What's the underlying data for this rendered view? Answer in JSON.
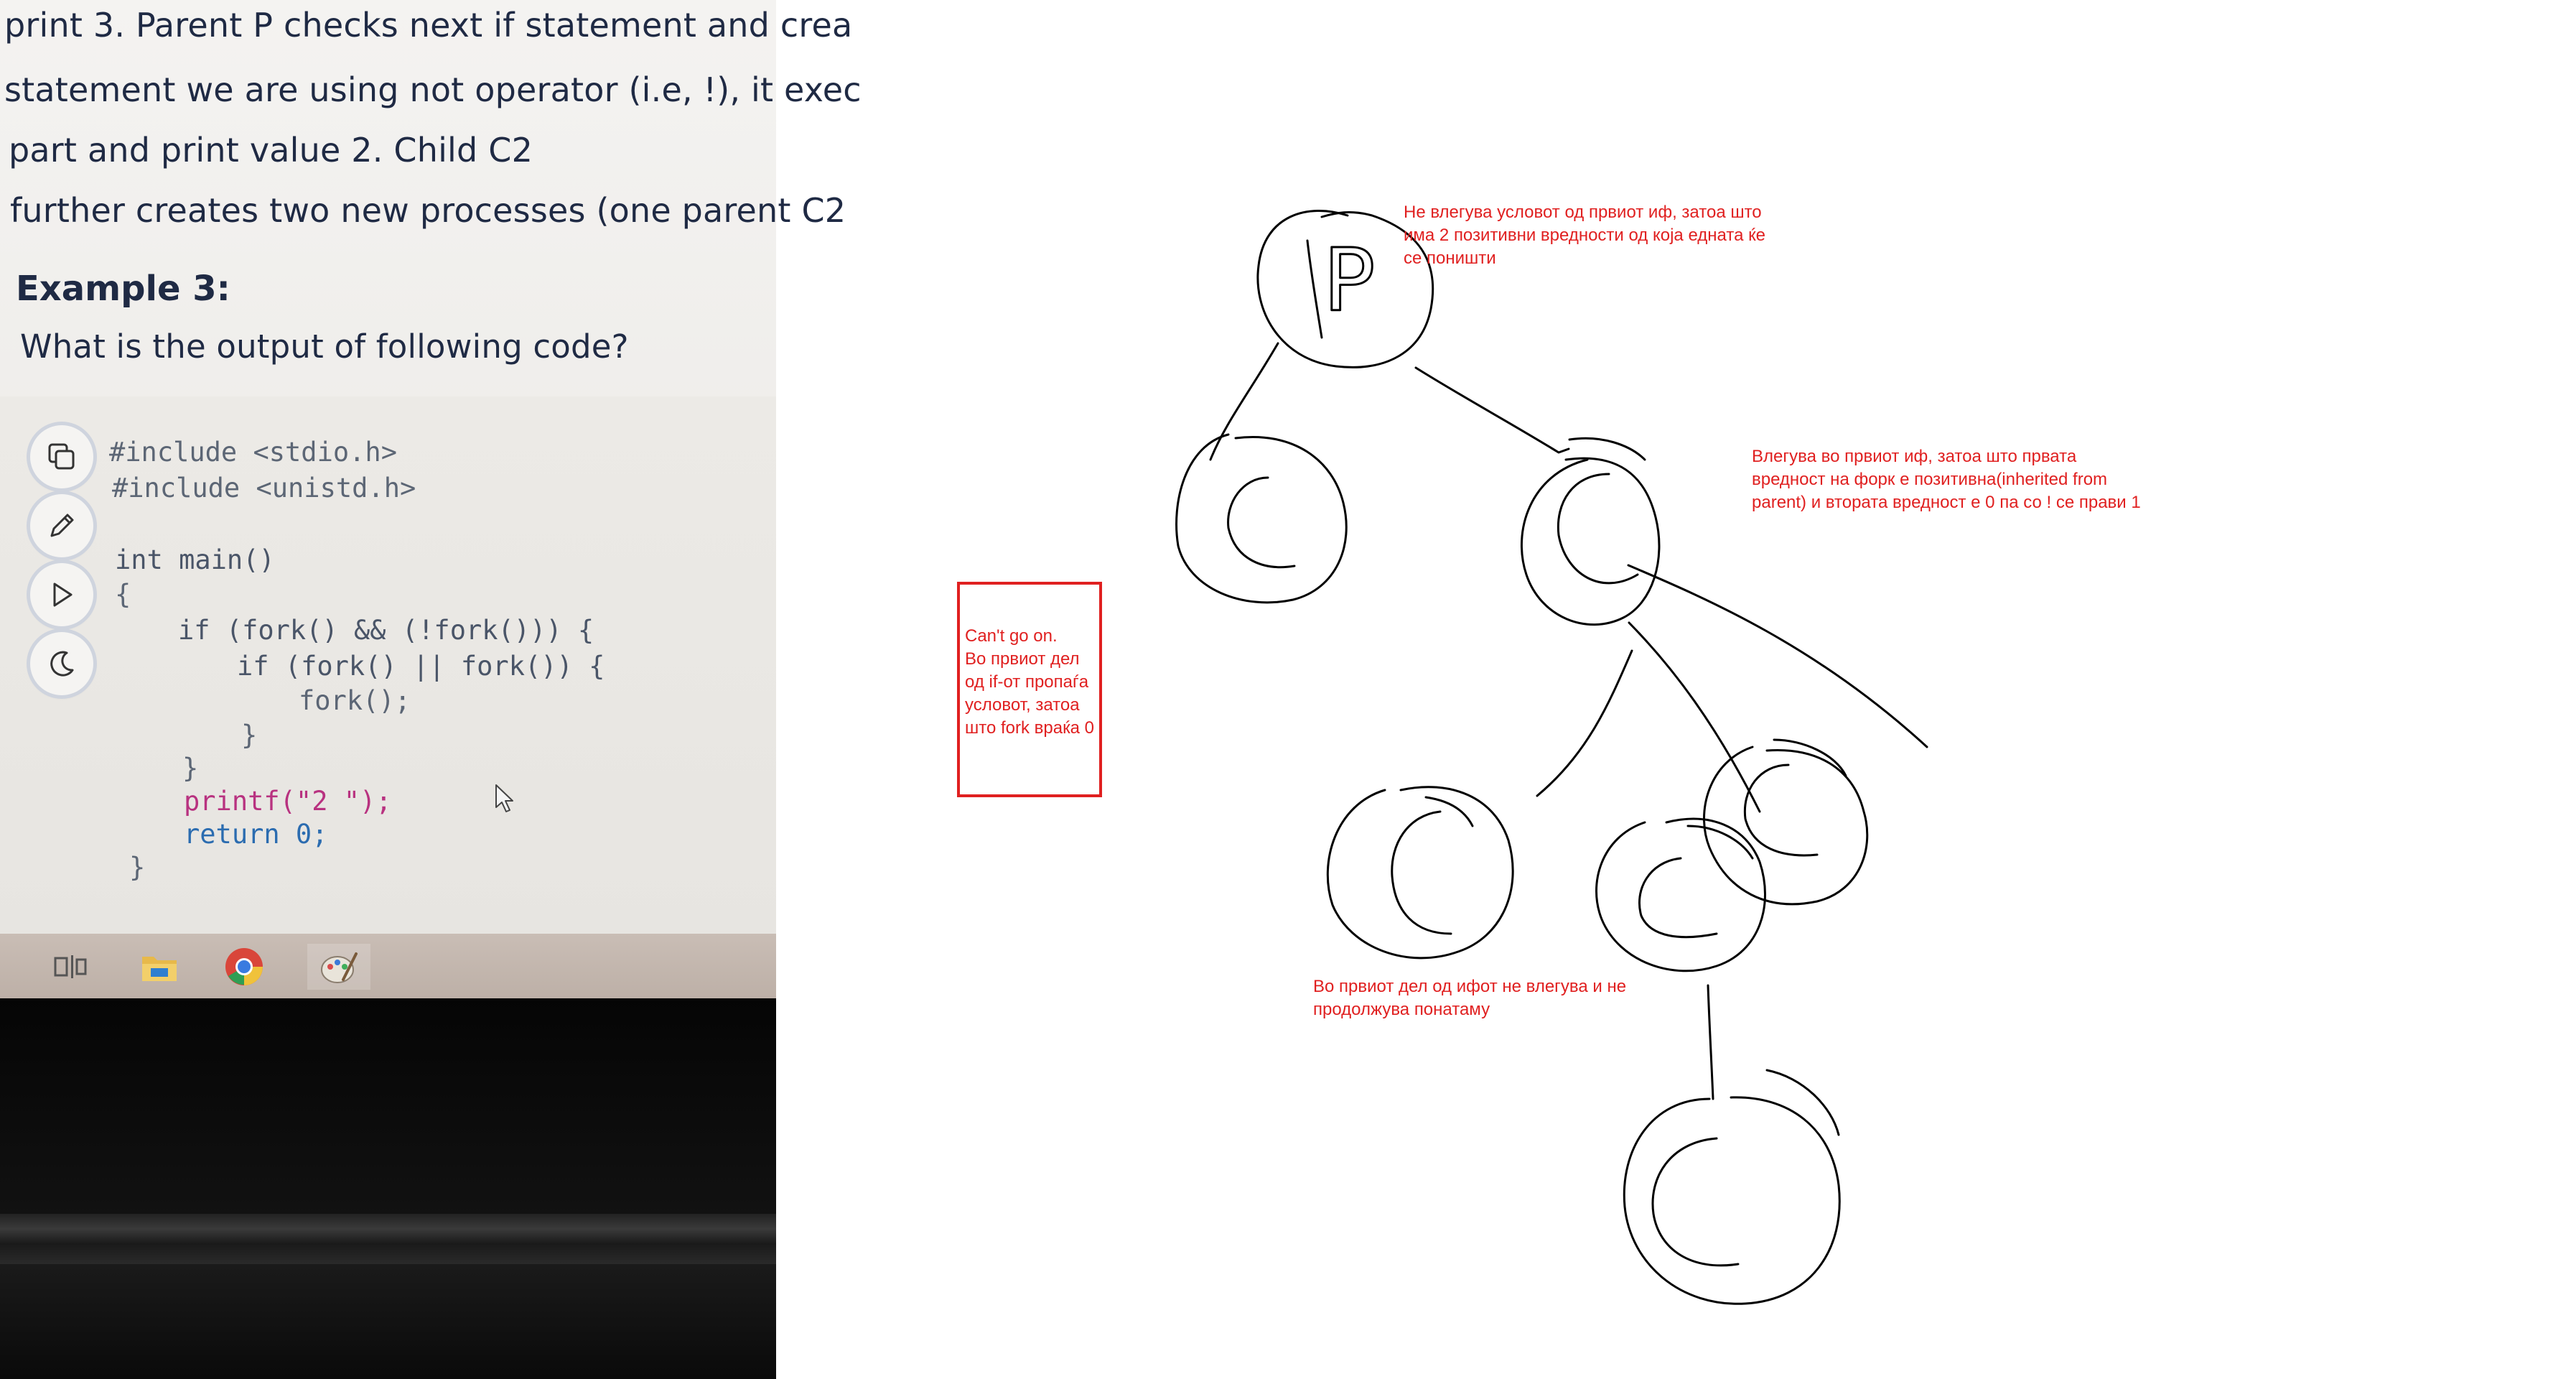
{
  "photo": {
    "doc_lines": [
      "print 3. Parent P checks next if statement and crea",
      "statement we are using not operator (i.e, !), it exec",
      "part and print value 2. Child C2",
      "further creates two new processes (one parent C2"
    ],
    "example_heading": "Example 3:",
    "question": "What is the output of following code?",
    "code_lines": [
      "#include <stdio.h>",
      "#include <unistd.h>",
      "int main()",
      "{",
      "if (fork() && (!fork())) {",
      "if (fork() || fork()) {",
      "fork();",
      "}",
      "}",
      "printf(\"2 \");",
      "return 0;",
      "}"
    ],
    "toolbar_icons": [
      "copy-icon",
      "pencil-icon",
      "play-icon",
      "moon-icon"
    ],
    "taskbar_icons": [
      "task-view-icon",
      "file-explorer-icon",
      "chrome-icon",
      "paint-icon"
    ]
  },
  "diagram": {
    "nodes": {
      "root_label": "P"
    },
    "annotations": {
      "root_note": "Не влегува условот од првиот иф, затоа што има 2 позитивни вредности од која едната ќе се поништи",
      "right_child_note": "Влегува во првиот иф, затоа што првата вредност на форк е позитивна(inherited from parent) и втората вредност е 0 па со ! се прави 1",
      "box_note_title": "Can't go on.",
      "box_note_body": "Во првиот дел од if-от пропаѓа условот, затоа што fork враќа 0",
      "bottom_note": "Во првиот дел од ифот не влегува и не продолжува понатаму"
    },
    "colors": {
      "ink": "#000000",
      "annotation": "#e02020"
    }
  }
}
